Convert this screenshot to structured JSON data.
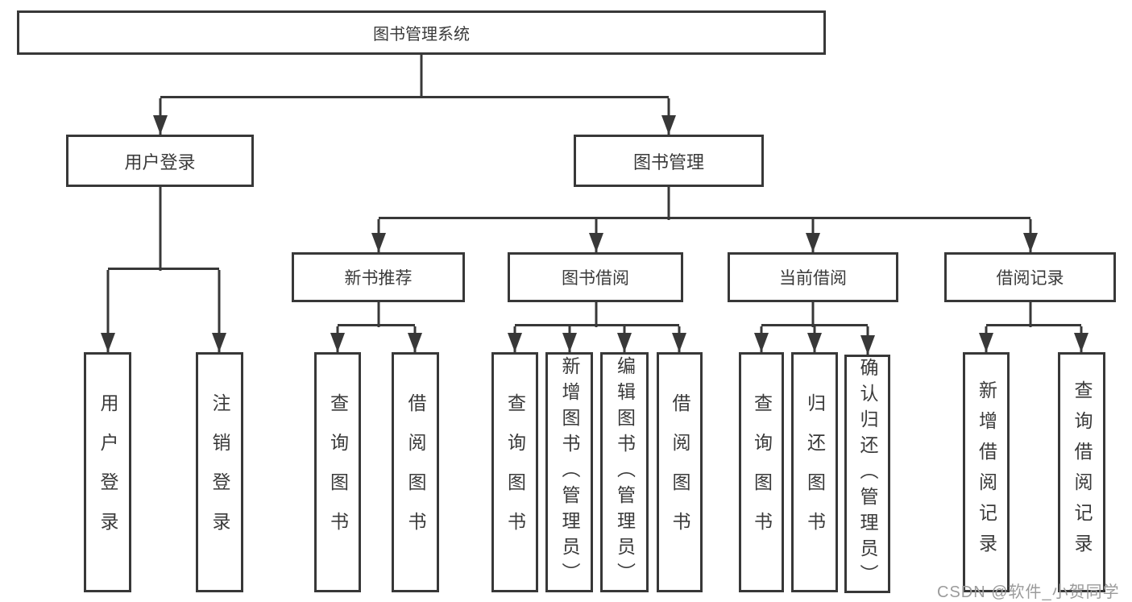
{
  "diagram": {
    "title": "图书管理系统",
    "root": {
      "label": "图书管理系统"
    },
    "level2": [
      {
        "label": "用户登录"
      },
      {
        "label": "图书管理"
      }
    ],
    "level3": [
      {
        "label": "新书推荐",
        "parent": "图书管理"
      },
      {
        "label": "图书借阅",
        "parent": "图书管理"
      },
      {
        "label": "当前借阅",
        "parent": "图书管理"
      },
      {
        "label": "借阅记录",
        "parent": "图书管理"
      }
    ],
    "leaves": [
      {
        "label": "用户登录",
        "parent": "用户登录"
      },
      {
        "label": "注销登录",
        "parent": "用户登录"
      },
      {
        "label": "查询图书",
        "parent": "新书推荐"
      },
      {
        "label": "借阅图书",
        "parent": "新书推荐"
      },
      {
        "label": "查询图书",
        "parent": "图书借阅"
      },
      {
        "label": "新增图书（管理员）",
        "parent": "图书借阅"
      },
      {
        "label": "编辑图书（管理员）",
        "parent": "图书借阅"
      },
      {
        "label": "借阅图书",
        "parent": "图书借阅"
      },
      {
        "label": "查询图书",
        "parent": "当前借阅"
      },
      {
        "label": "归还图书",
        "parent": "当前借阅"
      },
      {
        "label": "确认归还（管理员）",
        "parent": "当前借阅"
      },
      {
        "label": "新增借阅记录",
        "parent": "借阅记录"
      },
      {
        "label": "查询借阅记录",
        "parent": "借阅记录"
      }
    ]
  },
  "watermark": {
    "text": "CSDN @软件_小贺同学"
  },
  "colors": {
    "line": "#383838",
    "box_border": "#383838",
    "text": "#3a3a3a",
    "background": "#ffffff",
    "watermark": "#9b9b9b"
  }
}
